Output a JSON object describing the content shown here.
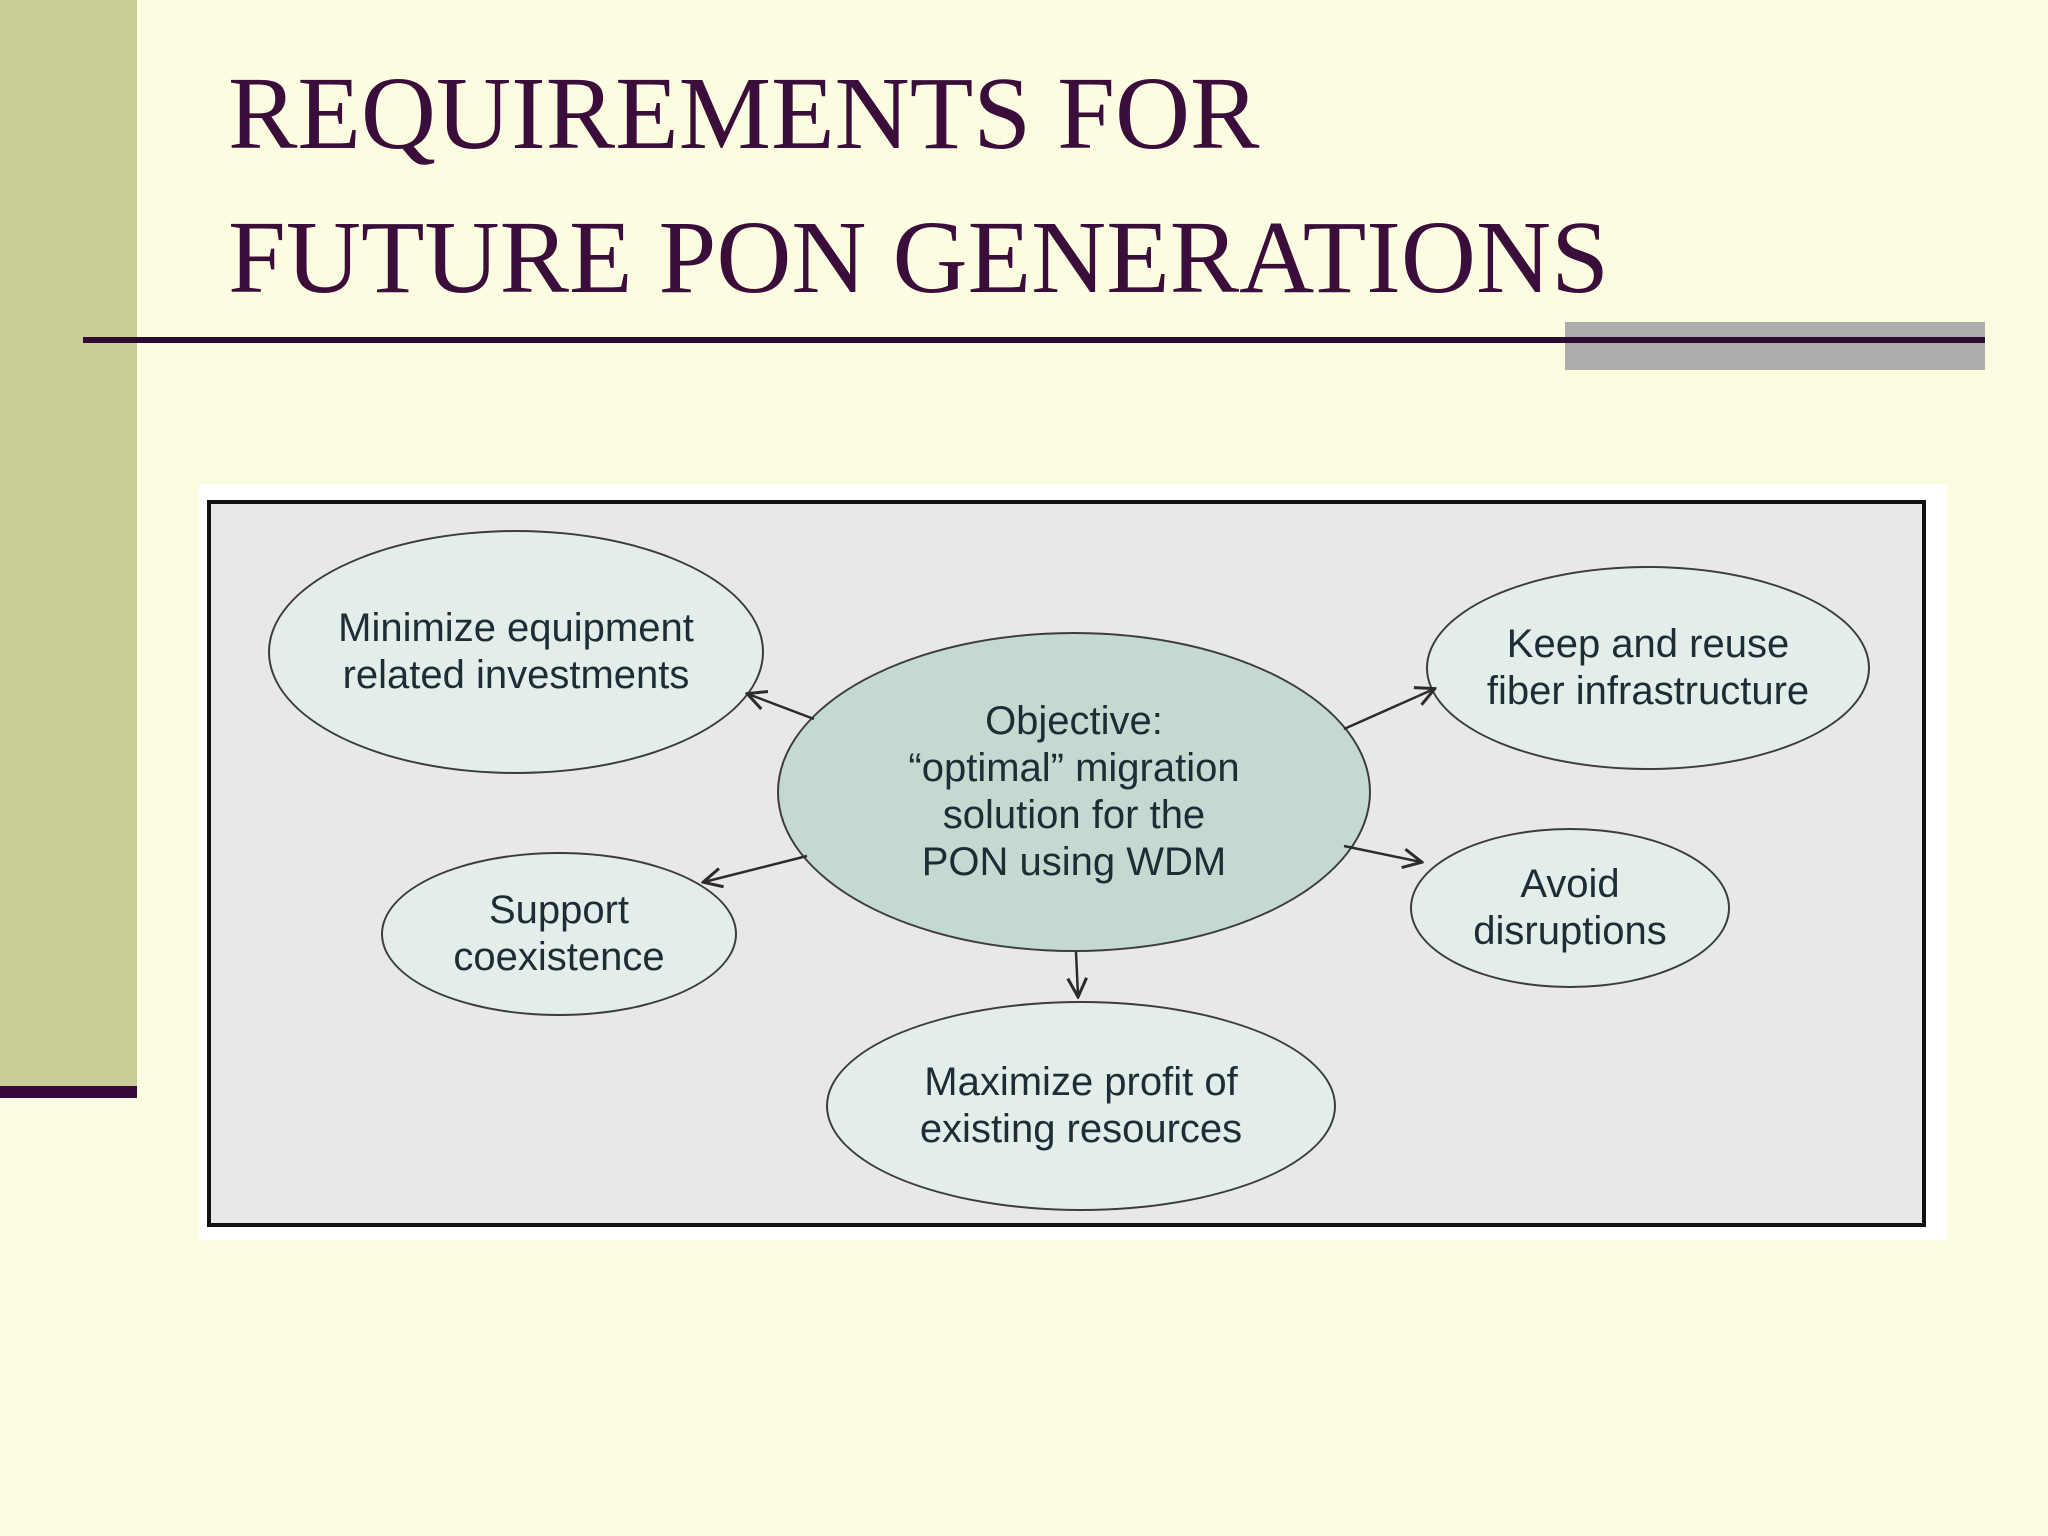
{
  "slide": {
    "title": "REQUIREMENTS FOR\nFUTURE PON GENERATIONS"
  },
  "diagram": {
    "center_node": {
      "id": "objective",
      "label": "Objective:\n“optimal” migration\nsolution for the\nPON using WDM"
    },
    "nodes": [
      {
        "id": "minimize-equipment",
        "label": "Minimize equipment\nrelated investments"
      },
      {
        "id": "keep-reuse-fiber",
        "label": "Keep and reuse\nfiber infrastructure"
      },
      {
        "id": "support-coexistence",
        "label": "Support\ncoexistence"
      },
      {
        "id": "avoid-disruptions",
        "label": "Avoid\ndisruptions"
      },
      {
        "id": "maximize-profit",
        "label": "Maximize profit of\nexisting resources"
      }
    ],
    "connections": [
      {
        "from": "objective",
        "to": "minimize-equipment"
      },
      {
        "from": "objective",
        "to": "keep-reuse-fiber"
      },
      {
        "from": "objective",
        "to": "support-coexistence"
      },
      {
        "from": "objective",
        "to": "avoid-disruptions"
      },
      {
        "from": "objective",
        "to": "maximize-profit"
      }
    ]
  },
  "colors": {
    "background": "#fcfce1",
    "left_bar": "#c9cd97",
    "left_bar_cap": "#380837",
    "title_text": "#3a0d3b",
    "title_rule": "#2f0a31",
    "title_accent_bar": "#acacac",
    "figure_background": "#ffffff",
    "figure_panel": "#e8e8e6",
    "node_satellite_fill": "#e3ede9",
    "node_center_fill": "#c4dad1",
    "node_text": "#1d2c35"
  }
}
